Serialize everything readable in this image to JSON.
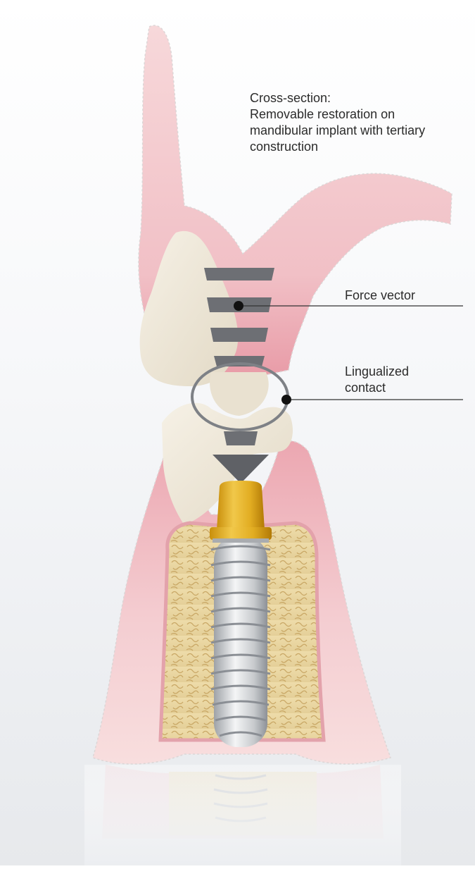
{
  "caption": {
    "line1": "Cross-section:",
    "line2": "Removable restoration on",
    "line3": "mandibular implant with tertiary",
    "line4": "construction"
  },
  "callouts": {
    "force_vector": "Force vector",
    "lingualized_line1": "Lingualized",
    "lingualized_line2": "contact"
  },
  "colors": {
    "gum_pink": "#f2c3c8",
    "gum_deep": "#e79aa5",
    "tooth": "#ede6d6",
    "bone": "#e8d6a4",
    "abutment_gold": "#e0ad21",
    "implant_steel": "#c9ccd0",
    "vector_gray": "#6a6c70"
  }
}
